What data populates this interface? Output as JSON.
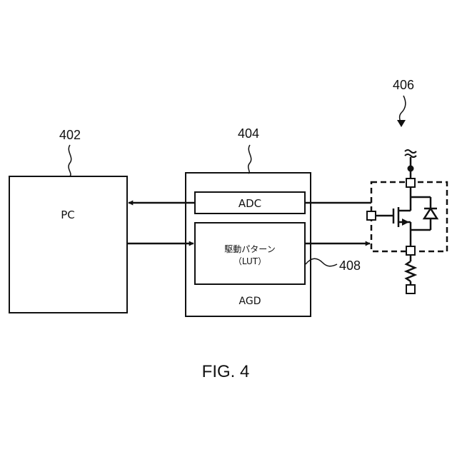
{
  "figure": {
    "caption": "FIG. 4",
    "stroke_color": "#111111",
    "background": "#ffffff"
  },
  "blocks": {
    "pc": {
      "ref": "402",
      "label": "PC"
    },
    "agd": {
      "ref": "404",
      "label": "AGD",
      "adc": {
        "label": "ADC"
      },
      "lut": {
        "ref": "408",
        "label_line1": "駆動パターン",
        "label_line2": "（LUT）"
      }
    },
    "device": {
      "ref": "406"
    }
  },
  "connections": [
    {
      "from": "adc",
      "to": "pc",
      "direction": "left"
    },
    {
      "from": "pc",
      "to": "lut",
      "direction": "right"
    },
    {
      "from": "device",
      "to": "adc",
      "direction": "left"
    },
    {
      "from": "lut",
      "to": "device",
      "direction": "right"
    }
  ]
}
